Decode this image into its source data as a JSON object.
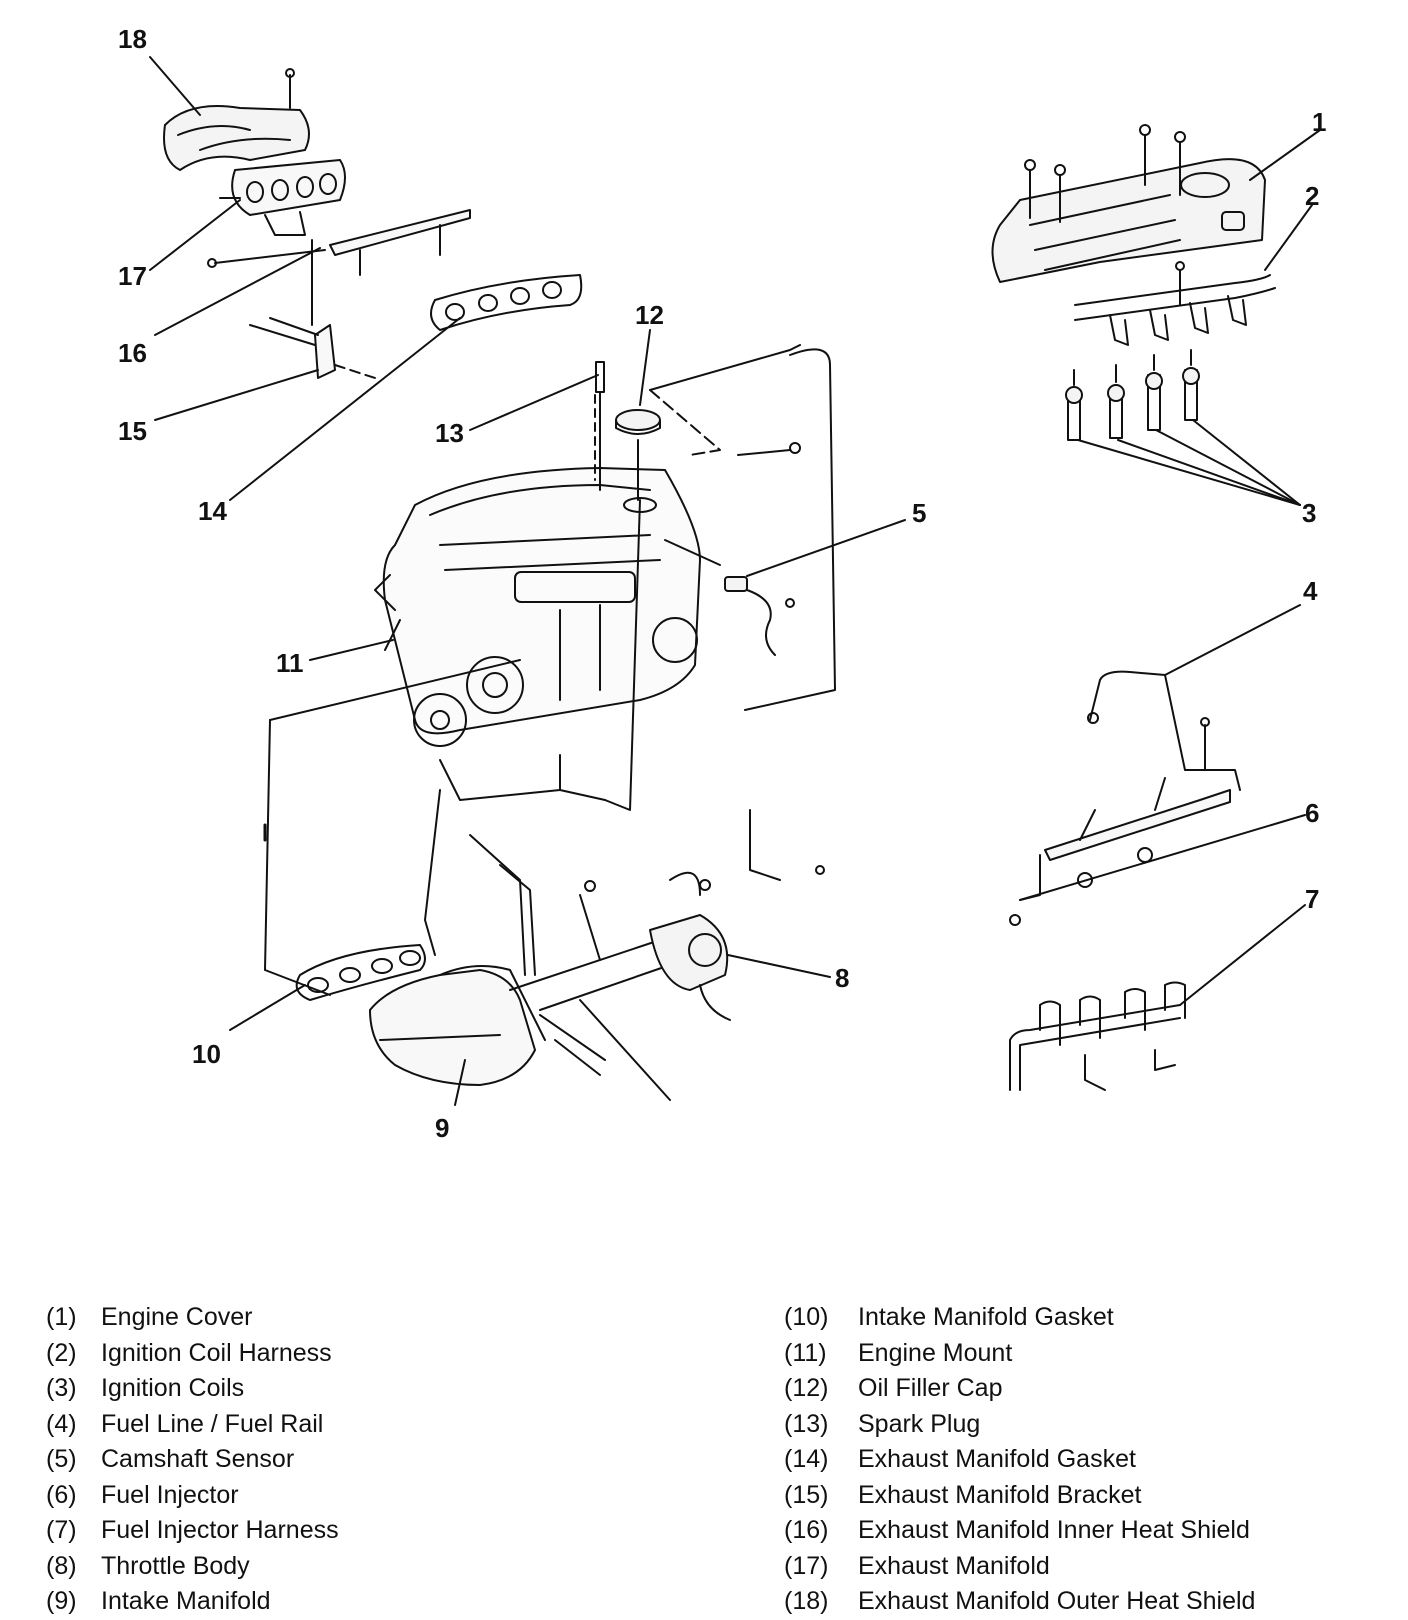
{
  "callouts": [
    "1",
    "2",
    "3",
    "4",
    "5",
    "6",
    "7",
    "8",
    "9",
    "10",
    "11",
    "12",
    "13",
    "14",
    "15",
    "16",
    "17",
    "18"
  ],
  "legend": {
    "left": [
      {
        "num": "(1)",
        "name": "Engine Cover"
      },
      {
        "num": "(2)",
        "name": "Ignition Coil Harness"
      },
      {
        "num": "(3)",
        "name": "Ignition Coils"
      },
      {
        "num": "(4)",
        "name": "Fuel Line / Fuel Rail"
      },
      {
        "num": "(5)",
        "name": "Camshaft Sensor"
      },
      {
        "num": "(6)",
        "name": "Fuel Injector"
      },
      {
        "num": "(7)",
        "name": "Fuel Injector Harness"
      },
      {
        "num": "(8)",
        "name": "Throttle Body"
      },
      {
        "num": "(9)",
        "name": "Intake Manifold"
      }
    ],
    "right": [
      {
        "num": "(10)",
        "name": "Intake Manifold Gasket"
      },
      {
        "num": "(11)",
        "name": "Engine Mount"
      },
      {
        "num": "(12)",
        "name": "Oil Filler Cap"
      },
      {
        "num": "(13)",
        "name": "Spark Plug"
      },
      {
        "num": "(14)",
        "name": "Exhaust Manifold Gasket"
      },
      {
        "num": "(15)",
        "name": "Exhaust Manifold Bracket"
      },
      {
        "num": "(16)",
        "name": "Exhaust Manifold Inner Heat Shield"
      },
      {
        "num": "(17)",
        "name": "Exhaust Manifold"
      },
      {
        "num": "(18)",
        "name": "Exhaust Manifold Outer Heat Shield"
      }
    ]
  }
}
